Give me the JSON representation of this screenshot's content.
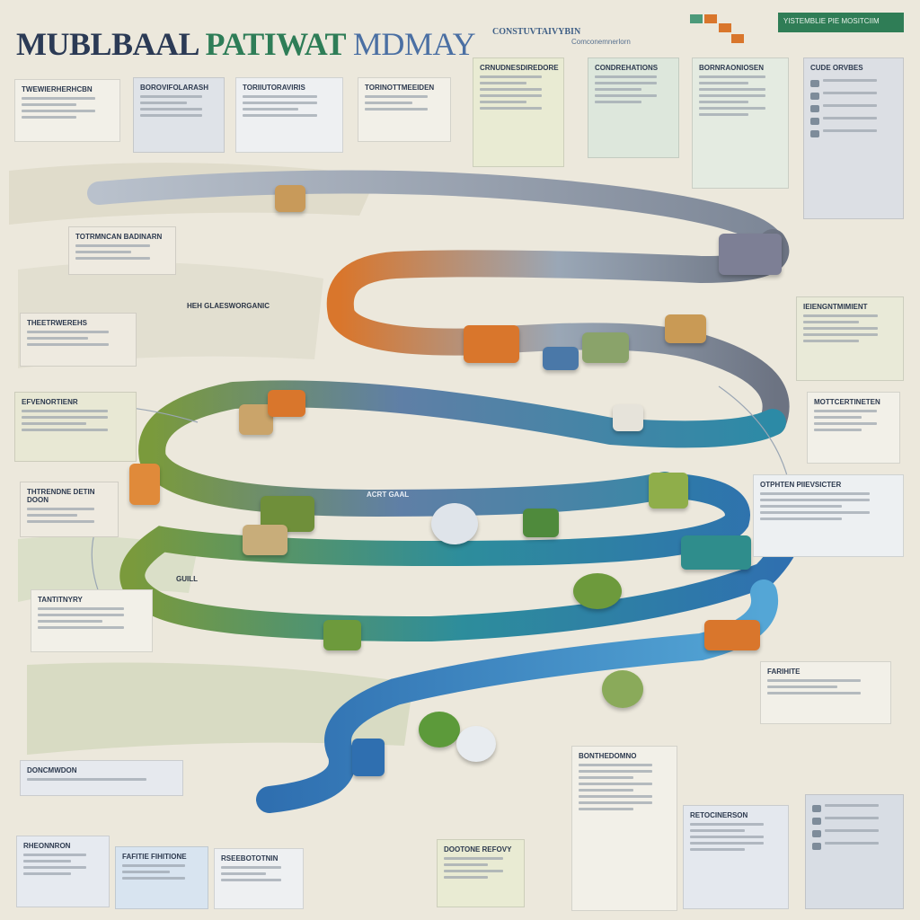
{
  "header": {
    "title_part1": "MUBLBAAL",
    "title_part2": "PATIWAT",
    "title_part3": "MDMAY",
    "subtitle": "CONSTUVTAIVYBIN",
    "subtitle2": "Comconemnerlorn",
    "badge": "YISTEMBLIE PIE MOSITCIIM"
  },
  "road_labels": [
    "HEH GLAESWORGANIC",
    "ACRT GAAL",
    "GUILL"
  ],
  "panels": {
    "top_1": "TWEWIERHERHCBN",
    "top_2": "BOROVIFOLARASH",
    "top_3": "TORIIUTORAVIRIS",
    "top_4": "TORINOTTMEEIDEN",
    "top_5": "CRNUDNESDIREDORE",
    "top_6": "CONDREHATIONS",
    "top_7": "BORNRAONIOSEN",
    "top_8": "CUDE ORVBES",
    "left_1": "TOTRMNCAN BADINARN",
    "left_2": "THEETRWEREHS",
    "left_3": "EFVENORTIENR",
    "left_4": "THTRENDNE DETIN DOON",
    "left_5": "TANTITNYRY",
    "right_1": "IEIENGNTMIMIENT",
    "right_2": "MOTTCERTINETEN",
    "right_3": "OTPHTEN PIIEVSICTER",
    "right_4": "FARIHITE",
    "bottom_1": "DONCMWDON",
    "bottom_2": "RHEONNRON",
    "bottom_3": "FAFITIE FIHITIONE",
    "bottom_4": "RSEEBOTOTNIN",
    "bottom_5": "DOOTONE REFOVY",
    "bottom_6": "BONTHEDOMNO",
    "bottom_7": "RETOCINERSON"
  },
  "colors": {
    "accent_green": "#2e7d57",
    "accent_blue": "#2f6fb0",
    "accent_orange": "#d9762c",
    "road_gray": "#8d97a6",
    "road_teal": "#2c8aa6",
    "road_olive": "#7a9a3c"
  }
}
